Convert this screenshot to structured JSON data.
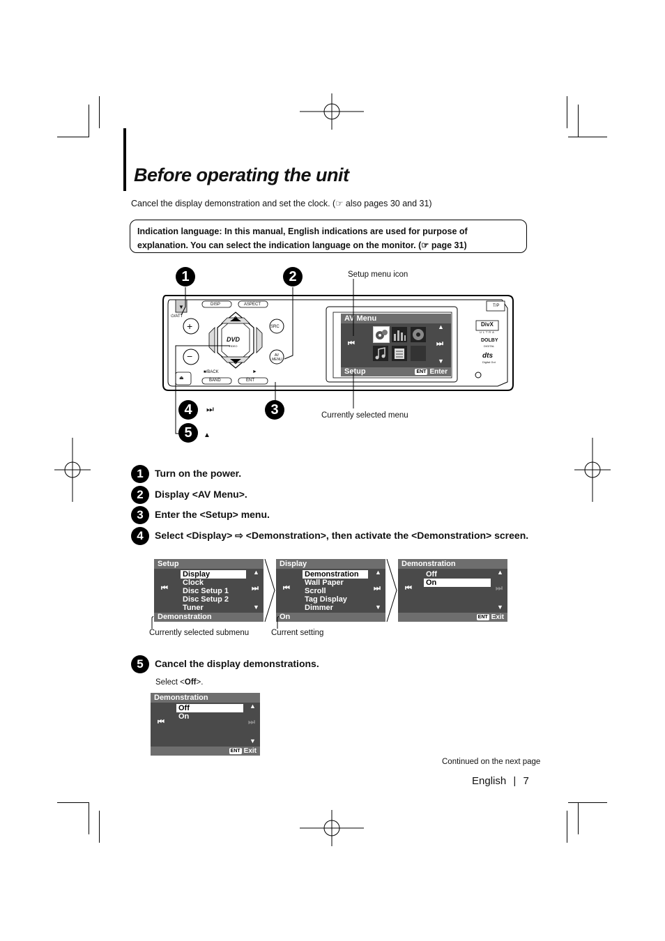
{
  "title": "Before operating the unit",
  "intro": "Cancel the display demonstration and set the clock. (☞ also pages 30 and 31)",
  "note": "Indication language: In this manual, English indications are used for purpose of explanation. You can select the indication language on the monitor. (☞ page 31)",
  "device": {
    "callouts": {
      "setup_icon": "Setup menu icon",
      "selected_menu": "Currently selected menu"
    },
    "markers": [
      "1",
      "2",
      "3",
      "4",
      "5"
    ],
    "marker4_glyph": "⏭",
    "marker5_glyph": "▲",
    "buttons": {
      "att": "⏻/ATT",
      "disp": "DISP",
      "aspect": "ASPECT",
      "src": "SRC",
      "av_menu": "AV MENU",
      "back": "■/BACK",
      "band": "BAND",
      "ent": "ENT",
      "tp": "T/P",
      "plus": "+",
      "minus": "−",
      "down": "▼",
      "play": "►",
      "eject": "⏏"
    },
    "logos": {
      "dvd": "DVD",
      "dvd_sub": "VIDEO",
      "divx": "DivX",
      "divx_sub": "ULTRA",
      "dolby": "DOLBY",
      "dolby_sub": "DIGITAL",
      "dts": "dts",
      "dts_sub": "Digital Out"
    },
    "av_menu": {
      "header": "AV Menu",
      "footer": "Setup",
      "ent": "ENT",
      "enter": "Enter"
    }
  },
  "steps": [
    {
      "num": "1",
      "text": "Turn on the power."
    },
    {
      "num": "2",
      "text": "Display <AV Menu>."
    },
    {
      "num": "3",
      "text": "Enter the <Setup> menu."
    },
    {
      "num": "4",
      "text": "Select <Display> ⇨ <Demonstration>, then activate the <Demonstration> screen."
    },
    {
      "num": "5",
      "text": "Cancel the display demonstrations."
    }
  ],
  "screens": {
    "setup": {
      "header": "Setup",
      "items": [
        "Display",
        "Clock",
        "Disc Setup 1",
        "Disc Setup 2",
        "Tuner"
      ],
      "footer": "Demonstration"
    },
    "display": {
      "header": "Display",
      "items": [
        "Demonstration",
        "Wall Paper",
        "Scroll",
        "Tag Display",
        "Dimmer"
      ],
      "footer": "On"
    },
    "demo": {
      "header": "Demonstration",
      "items": [
        "Off",
        "On"
      ],
      "ent": "ENT",
      "exit": "Exit"
    },
    "demo2": {
      "header": "Demonstration",
      "items": [
        "Off",
        "On"
      ],
      "ent": "ENT",
      "exit": "Exit"
    }
  },
  "screen_callouts": {
    "submenu": "Currently selected submenu",
    "setting": "Current setting"
  },
  "select_prefix": "Select <",
  "select_value": "Off",
  "select_suffix": ">.",
  "continued": "Continued on the next page",
  "footer": {
    "language": "English",
    "sep": "|",
    "page": "7"
  }
}
